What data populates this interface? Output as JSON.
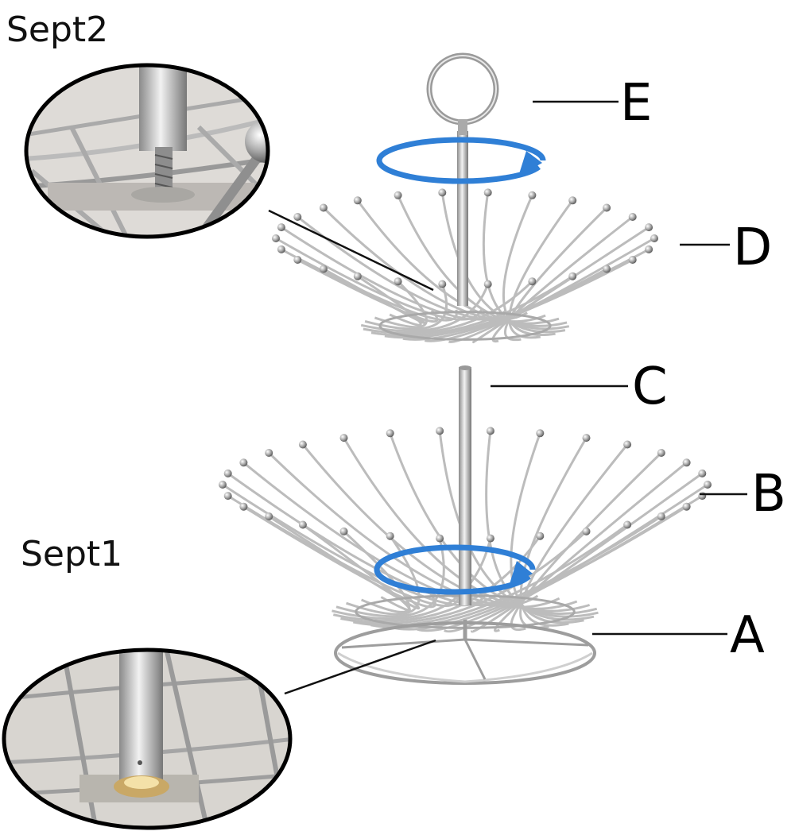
{
  "steps": {
    "step2": "Sept2",
    "step1": "Sept1"
  },
  "parts": {
    "a": "A",
    "b": "B",
    "c": "C",
    "d": "D",
    "e": "E"
  },
  "colors": {
    "chrome": "#b9b9b9",
    "chrome_dark": "#7a7a7a",
    "rotation_arrow": "#2f7fd6",
    "leader_line": "#111111",
    "detail_background": "#d9d6d2"
  },
  "icons": {
    "rotate_top": "rotate-clockwise-arrow-icon",
    "rotate_bottom": "rotate-clockwise-arrow-icon"
  }
}
